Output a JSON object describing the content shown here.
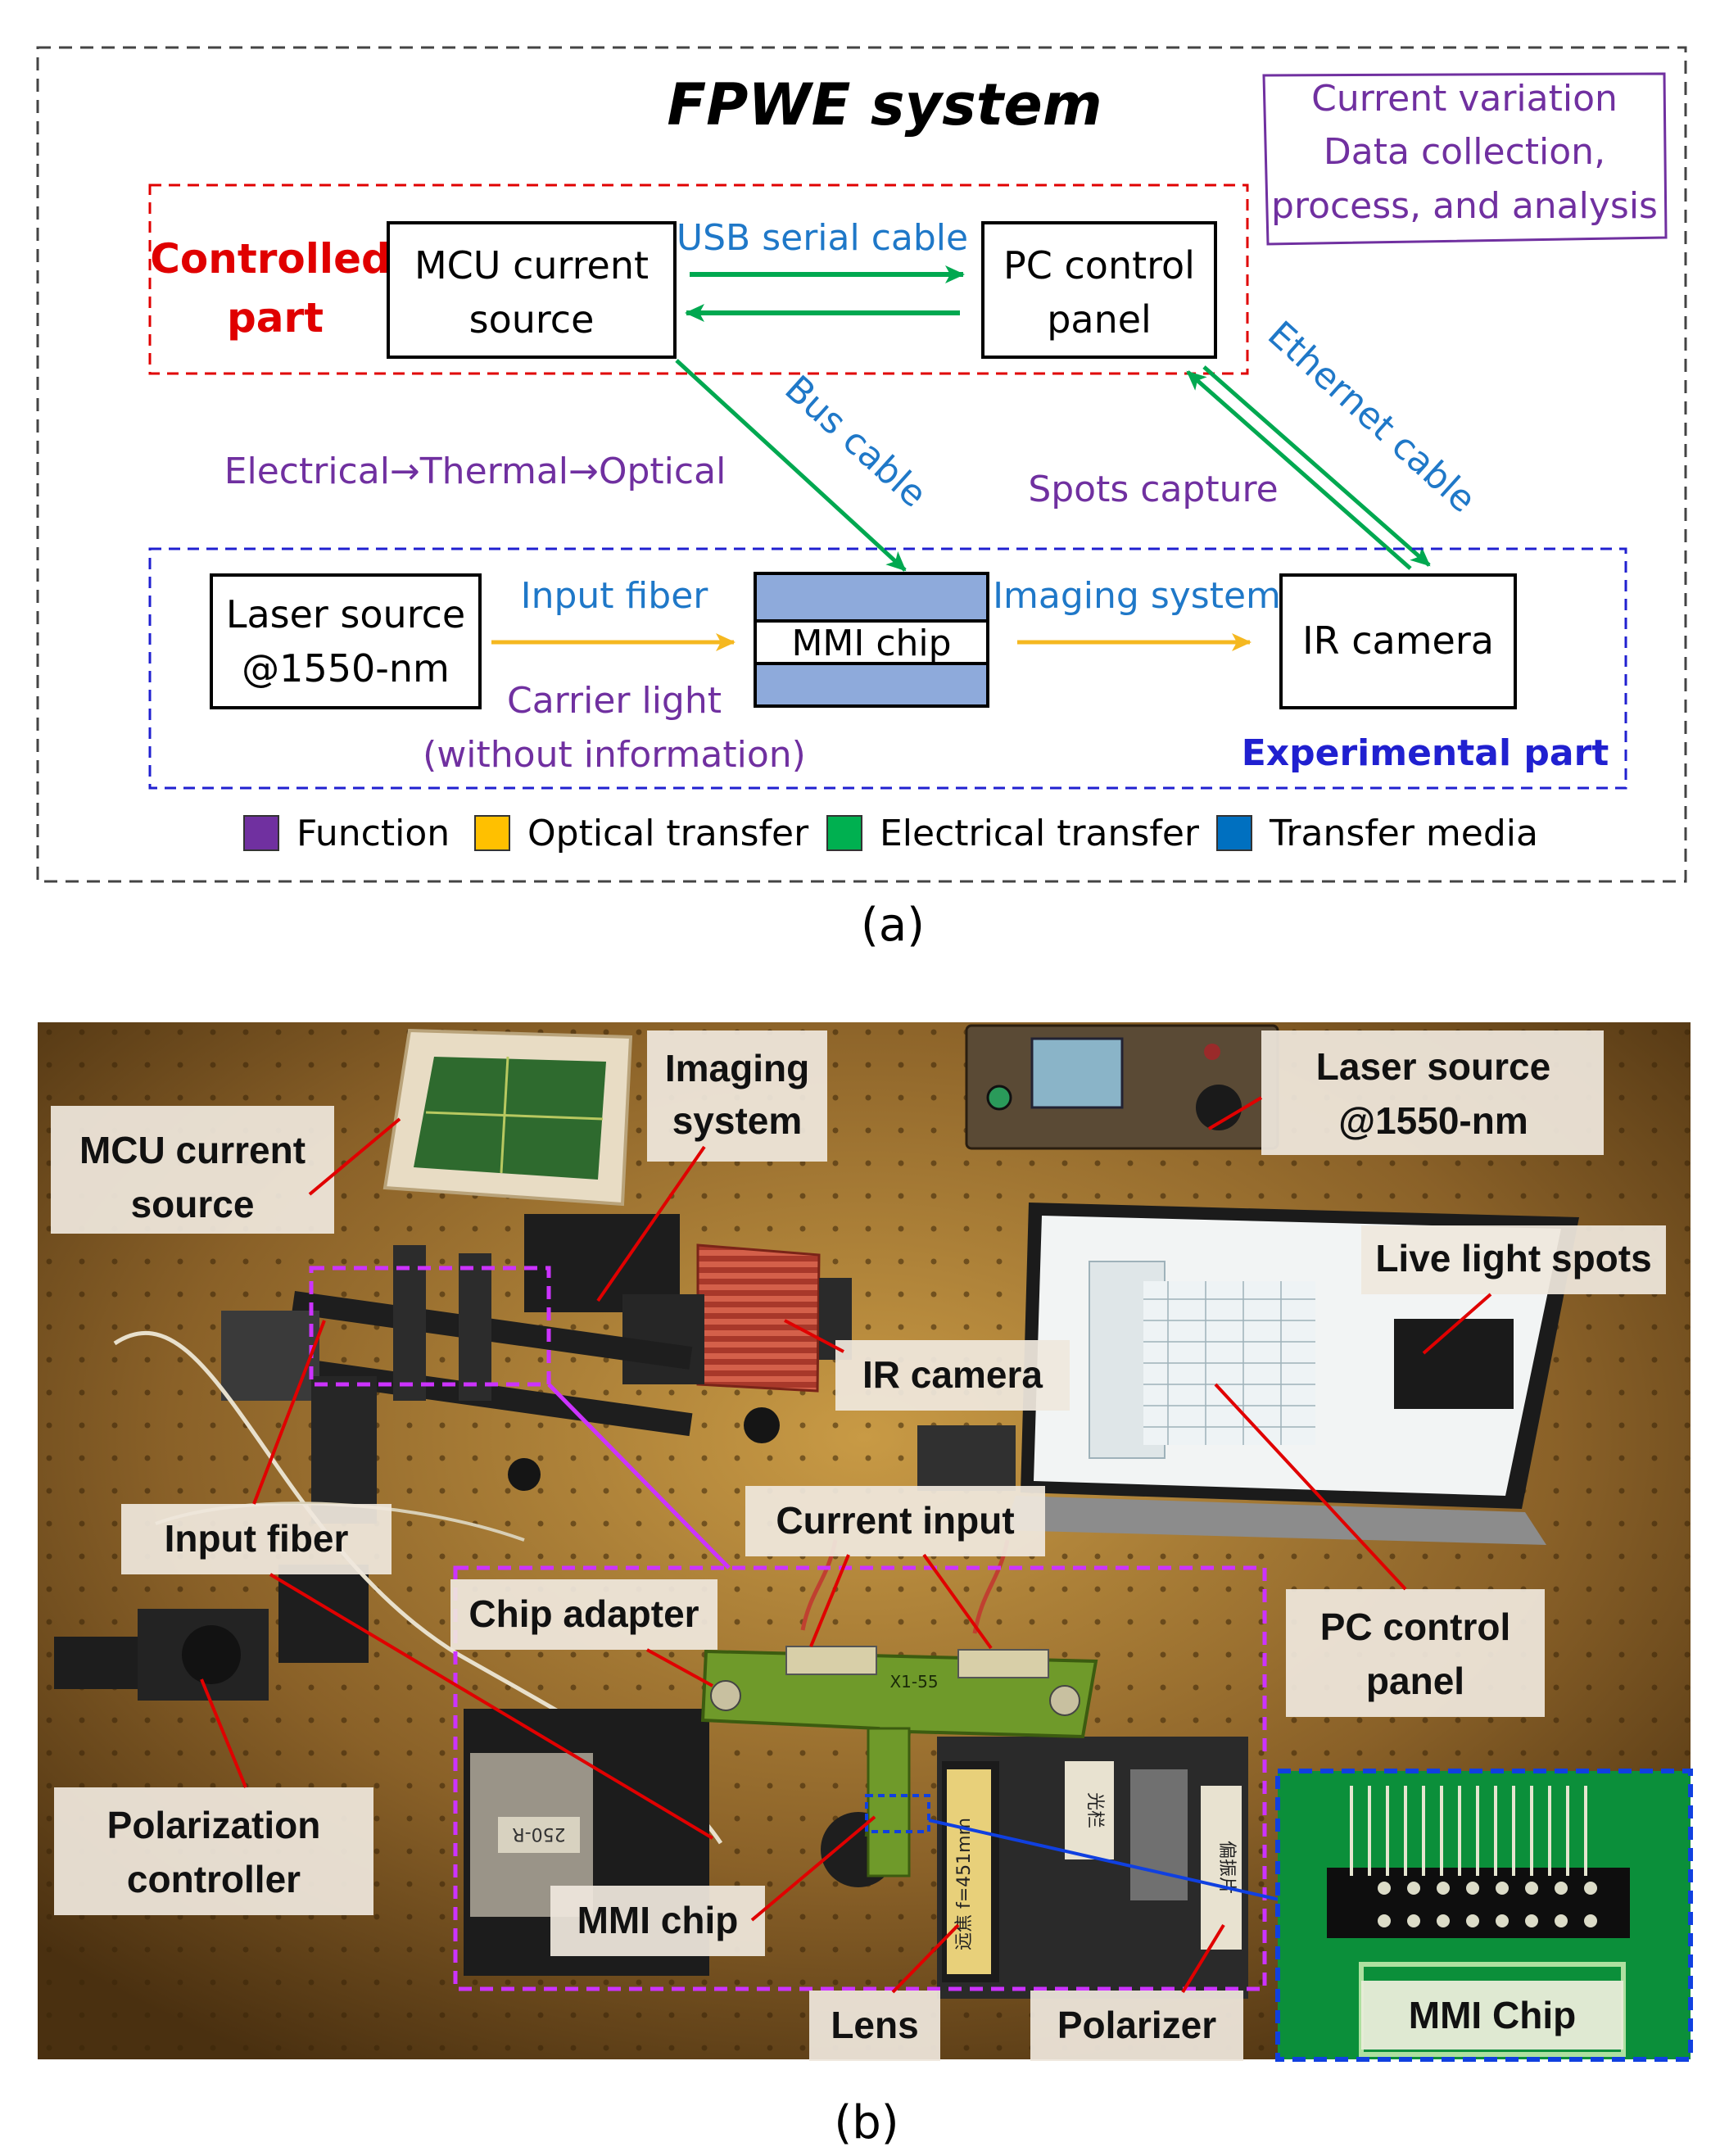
{
  "panel_a": {
    "title": "FPWE system",
    "caption": "(a)",
    "note_lines": [
      "Current variation",
      "Data collection,",
      "process, and analysis"
    ],
    "controlled_label_lines": [
      "Controlled",
      "part"
    ],
    "experimental_label": "Experimental part",
    "boxes": {
      "mcu_lines": [
        "MCU current",
        "source"
      ],
      "pc_lines": [
        "PC control",
        "panel"
      ],
      "laser_lines": [
        "Laser source",
        "@1550-nm"
      ],
      "mmi": "MMI chip",
      "ir": "IR camera"
    },
    "links": {
      "usb": "USB serial cable",
      "bus": "Bus cable",
      "ethernet": "Ethernet cable",
      "input_fiber": "Input fiber",
      "imaging": "Imaging system"
    },
    "functions": {
      "conversion": "Electrical→Thermal→Optical",
      "spots": "Spots capture",
      "carrier_lines": [
        "Carrier light",
        "(without information)"
      ]
    },
    "legend": [
      {
        "label": "Function",
        "color": "#7030a0"
      },
      {
        "label": "Optical transfer",
        "color": "#ffc000"
      },
      {
        "label": "Electrical transfer",
        "color": "#00b050"
      },
      {
        "label": "Transfer media",
        "color": "#0070c0"
      }
    ],
    "colors": {
      "controlled": "#e00000",
      "experimental": "#2020d0",
      "function": "#7030a0",
      "media": "#1f78c8",
      "electrical": "#00a850",
      "optical": "#f5b820"
    }
  },
  "panel_b": {
    "caption": "(b)",
    "labels": {
      "mcu": [
        "MCU current",
        "source"
      ],
      "imaging": [
        "Imaging",
        "system"
      ],
      "laser": [
        "Laser source",
        "@1550-nm"
      ],
      "live_spots": "Live light spots",
      "ir_camera": "IR camera",
      "input_fiber": "Input fiber",
      "current_input": "Current input",
      "chip_adapter": "Chip adapter",
      "pc_panel": [
        "PC control",
        "panel"
      ],
      "polarization": [
        "Polarization",
        "controller"
      ],
      "mmi_chip": "MMI chip",
      "lens": "Lens",
      "polarizer": "Polarizer",
      "inset": "MMI Chip"
    },
    "pcb_marks": [
      "X1-55",
      "250-R",
      "光栏",
      "偏振片",
      "远焦 f=451mm"
    ]
  }
}
